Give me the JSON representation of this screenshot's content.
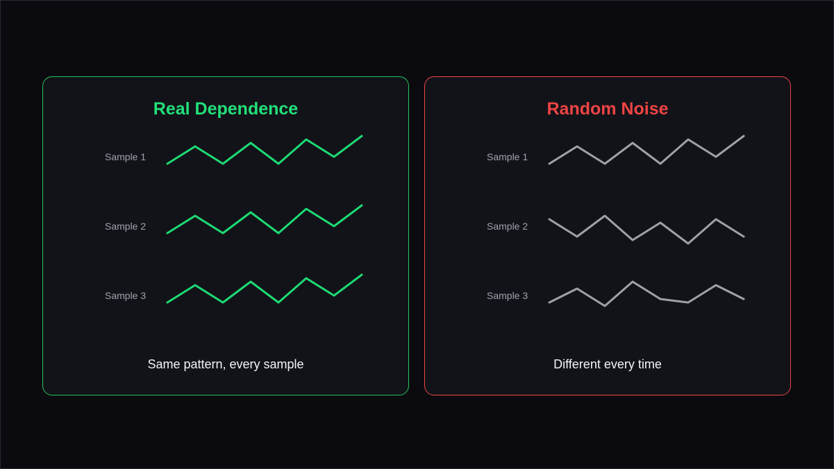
{
  "colors": {
    "background": "#0b0b0f",
    "panel_bg": "#121318",
    "dependence": "#22c55e",
    "dependence_line": "#1ddb75",
    "noise": "#ef4444",
    "noise_line": "#a1a1aa"
  },
  "panels": [
    {
      "title": "Real Dependence",
      "caption": "Same pattern, every sample",
      "samples": [
        {
          "label": "Sample 1",
          "values": [
            0,
            5,
            0,
            6,
            0,
            7,
            2,
            8
          ]
        },
        {
          "label": "Sample 2",
          "values": [
            0,
            5,
            0,
            6,
            0,
            7,
            2,
            8
          ]
        },
        {
          "label": "Sample 3",
          "values": [
            0,
            5,
            0,
            6,
            0,
            7,
            2,
            8
          ]
        }
      ]
    },
    {
      "title": "Random Noise",
      "caption": "Different every time",
      "samples": [
        {
          "label": "Sample 1",
          "values": [
            0,
            5,
            0,
            6,
            0,
            7,
            2,
            8
          ]
        },
        {
          "label": "Sample 2",
          "values": [
            4,
            -1,
            5,
            -2,
            3,
            -3,
            4,
            -1
          ]
        },
        {
          "label": "Sample 3",
          "values": [
            0,
            4,
            -1,
            6,
            1,
            0,
            5,
            1
          ]
        }
      ]
    }
  ]
}
